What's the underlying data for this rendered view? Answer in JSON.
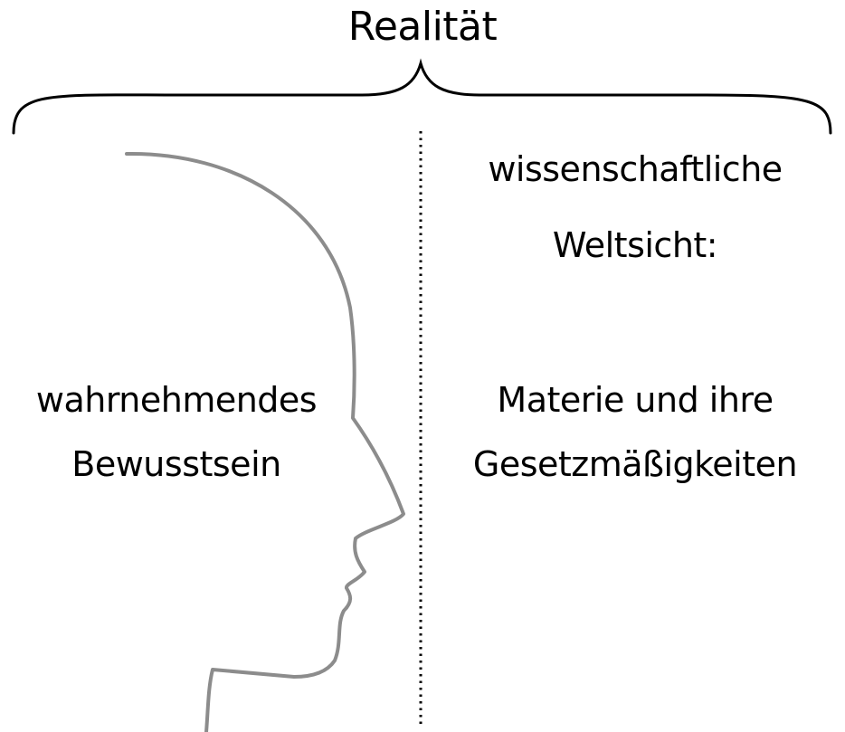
{
  "title": "Realität",
  "left": {
    "line1": "wahrnehmendes",
    "line2": "Bewusstsein"
  },
  "right": {
    "line1": "wissenschaftliche",
    "line2": "Weltsicht:",
    "line3": "Materie und ihre",
    "line4": "Gesetzmäßigkeiten"
  },
  "colors": {
    "brace": "#000000",
    "head_outline": "#8c8c8c",
    "divider": "#000000"
  }
}
